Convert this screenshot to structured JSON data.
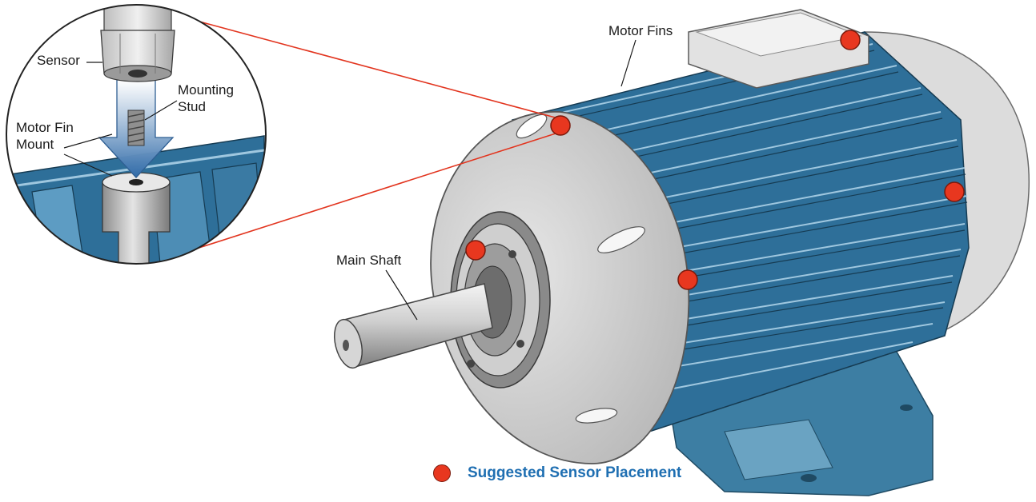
{
  "labels": {
    "sensor": "Sensor",
    "mounting_stud_line1": "Mounting",
    "mounting_stud_line2": "Stud",
    "motor_fin_mount_line1": "Motor Fin",
    "motor_fin_mount_line2": "Mount",
    "motor_fins": "Motor Fins",
    "main_shaft": "Main Shaft"
  },
  "legend": {
    "label": "Suggested Sensor Placement",
    "marker_color": "#e8371f"
  },
  "colors": {
    "fin_blue": "#2e6f99",
    "housing_gray": "#d9d9d9",
    "callout_line": "#e2341e",
    "arrow_blue": "#3f78b4"
  }
}
